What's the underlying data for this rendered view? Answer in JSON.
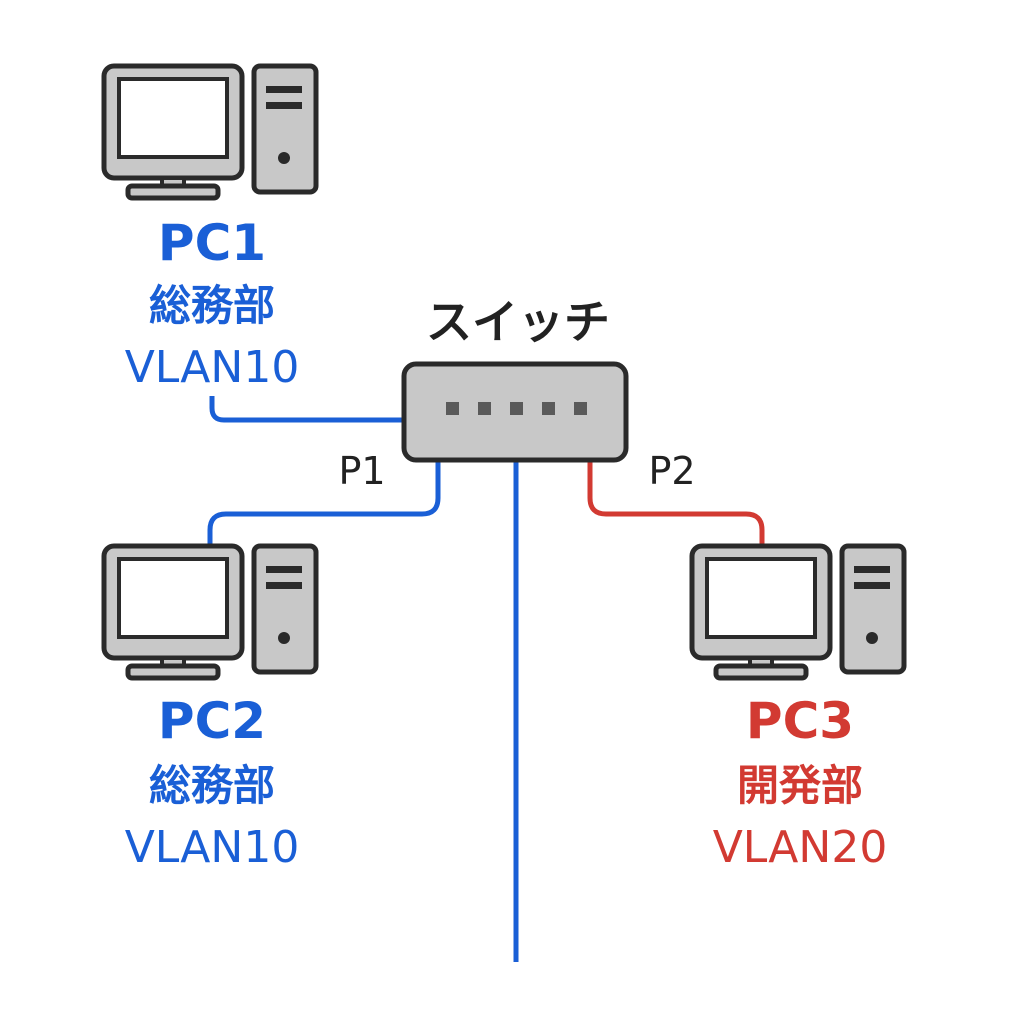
{
  "colors": {
    "blue": "#1a5fd6",
    "red": "#d23a32",
    "device_fill": "#c8c8c8",
    "device_stroke": "#2a2a2a",
    "screen_fill": "#ffffff",
    "text_dark": "#222222"
  },
  "switch": {
    "label": "スイッチ",
    "icon": "network-switch-icon",
    "port_count": 5
  },
  "ports": {
    "p1": "P1",
    "p2": "P2"
  },
  "pcs": [
    {
      "name": "PC1",
      "department": "総務部",
      "vlan": "VLAN10",
      "icon": "desktop-computer-icon",
      "color": "#1a5fd6"
    },
    {
      "name": "PC2",
      "department": "総務部",
      "vlan": "VLAN10",
      "icon": "desktop-computer-icon",
      "color": "#1a5fd6"
    },
    {
      "name": "PC3",
      "department": "開発部",
      "vlan": "VLAN20",
      "icon": "desktop-computer-icon",
      "color": "#d23a32"
    }
  ]
}
